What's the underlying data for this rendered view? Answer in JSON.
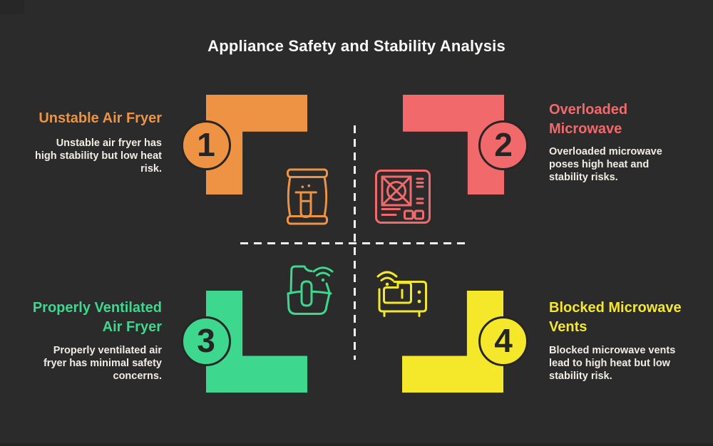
{
  "title": "Appliance Safety and Stability Analysis",
  "colors": {
    "background": "#2b2b2b",
    "orange": "#ee9343",
    "coral": "#f2696b",
    "green": "#3ed78e",
    "yellow": "#f5e729",
    "title_text": "#fafaf8",
    "body_text": "#f1ece4",
    "dashed_line": "#f0f0f0",
    "circle_outline": "#262626",
    "number_text": "#252525"
  },
  "quadrants": [
    {
      "number": "1",
      "heading": "Unstable Air Fryer",
      "heading_lines": [
        "Unstable Air Fryer"
      ],
      "desc_lines": [
        "Unstable air fryer has",
        "high stability but low heat",
        "risk."
      ],
      "description": "Unstable air fryer has high stability but low heat risk.",
      "color": "#ee9343",
      "icon": "air-fryer-icon"
    },
    {
      "number": "2",
      "heading": "Overloaded Microwave",
      "heading_lines": [
        "Overloaded",
        "Microwave"
      ],
      "desc_lines": [
        "Overloaded microwave",
        "poses high heat and",
        "stability risks."
      ],
      "description": "Overloaded microwave poses high heat and stability risks.",
      "color": "#f2696b",
      "icon": "microwave-fan-icon"
    },
    {
      "number": "3",
      "heading": "Properly Ventilated Air Fryer",
      "heading_lines": [
        "Properly Ventilated",
        "Air Fryer"
      ],
      "desc_lines": [
        "Properly ventilated air",
        "fryer has minimal safety",
        "concerns."
      ],
      "description": "Properly ventilated air fryer has minimal safety concerns.",
      "color": "#3ed78e",
      "icon": "smart-air-fryer-icon"
    },
    {
      "number": "4",
      "heading": "Blocked Microwave Vents",
      "heading_lines": [
        "Blocked Microwave",
        "Vents"
      ],
      "desc_lines": [
        "Blocked microwave vents",
        "lead to high heat but low",
        "stability risk."
      ],
      "description": "Blocked microwave vents lead to high heat but low stability risk.",
      "color": "#f5e729",
      "icon": "smart-microwave-icon"
    }
  ]
}
